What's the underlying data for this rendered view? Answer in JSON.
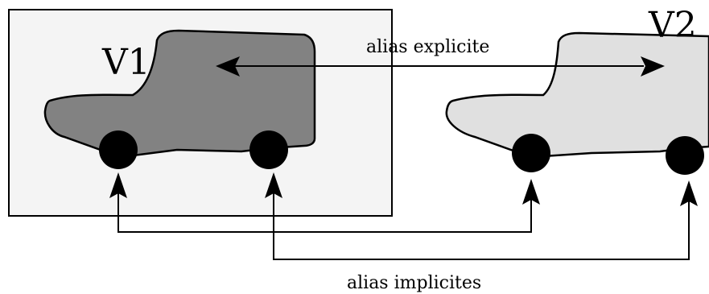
{
  "diagram": {
    "vehicle_labels": {
      "v1": "V1",
      "v2": "V2"
    },
    "arrow_labels": {
      "explicit_alias": "alias explicite",
      "implicit_aliases": "alias implicites"
    },
    "colors": {
      "frame_fill": "#f4f4f4",
      "car_v1_body": "#828282",
      "car_v2_body": "#e0e0e0",
      "wheel": "#000000",
      "lines": "#000000"
    }
  }
}
